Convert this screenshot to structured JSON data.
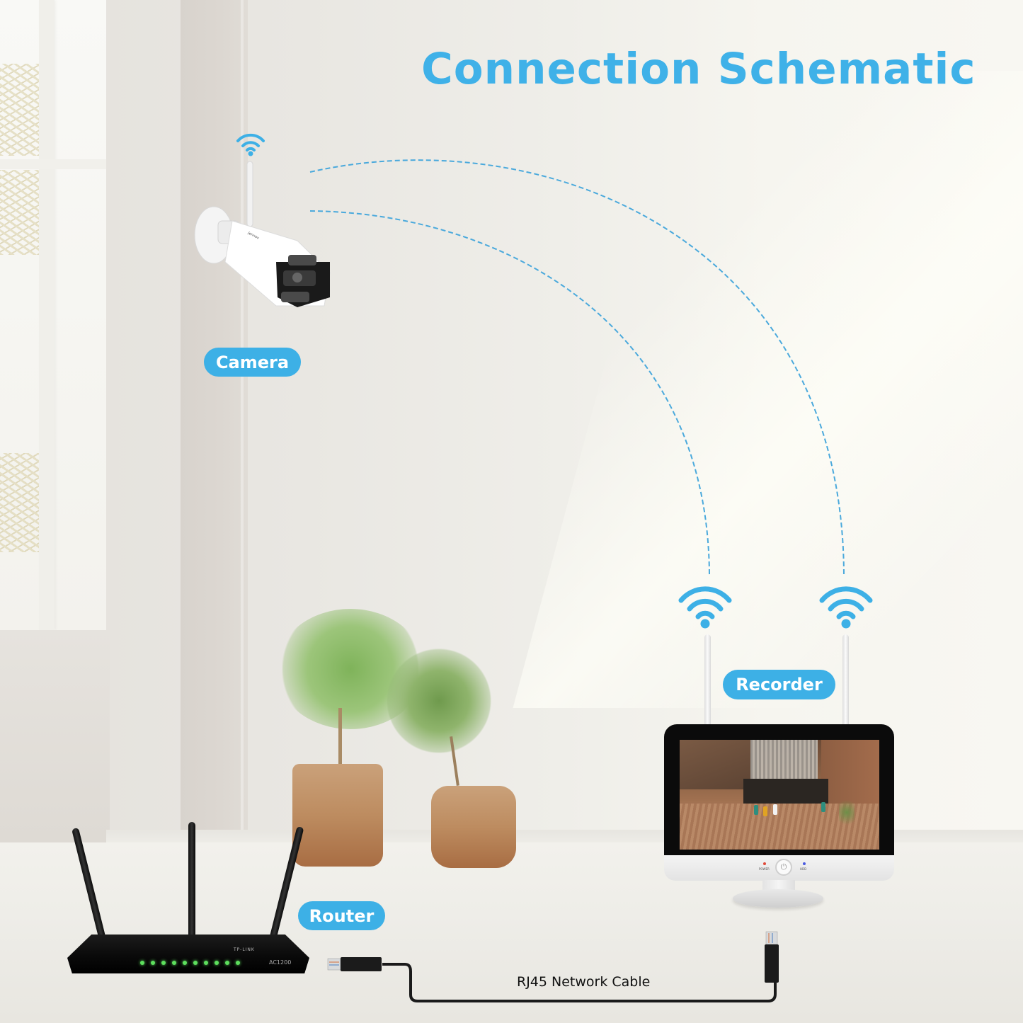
{
  "title": "Connection Schematic",
  "labels": {
    "camera": "Camera",
    "recorder": "Recorder",
    "router": "Router",
    "cable": "RJ45 Network Cable"
  },
  "router": {
    "brand_text": "TP-LINK",
    "model_text": "AC1200",
    "led_count": 10
  },
  "recorder": {
    "power_label": "POWER",
    "hdd_label": "HDD"
  },
  "icons": {
    "camera_wifi": "wifi-icon",
    "recorder_wifi_left": "wifi-icon",
    "recorder_wifi_right": "wifi-icon"
  },
  "colors": {
    "accent_blue": "#3db0e6",
    "title_blue": "#3fb1e8",
    "dash_blue": "#4aa9dc",
    "pill_text": "#ffffff",
    "cable_text": "#111111"
  }
}
